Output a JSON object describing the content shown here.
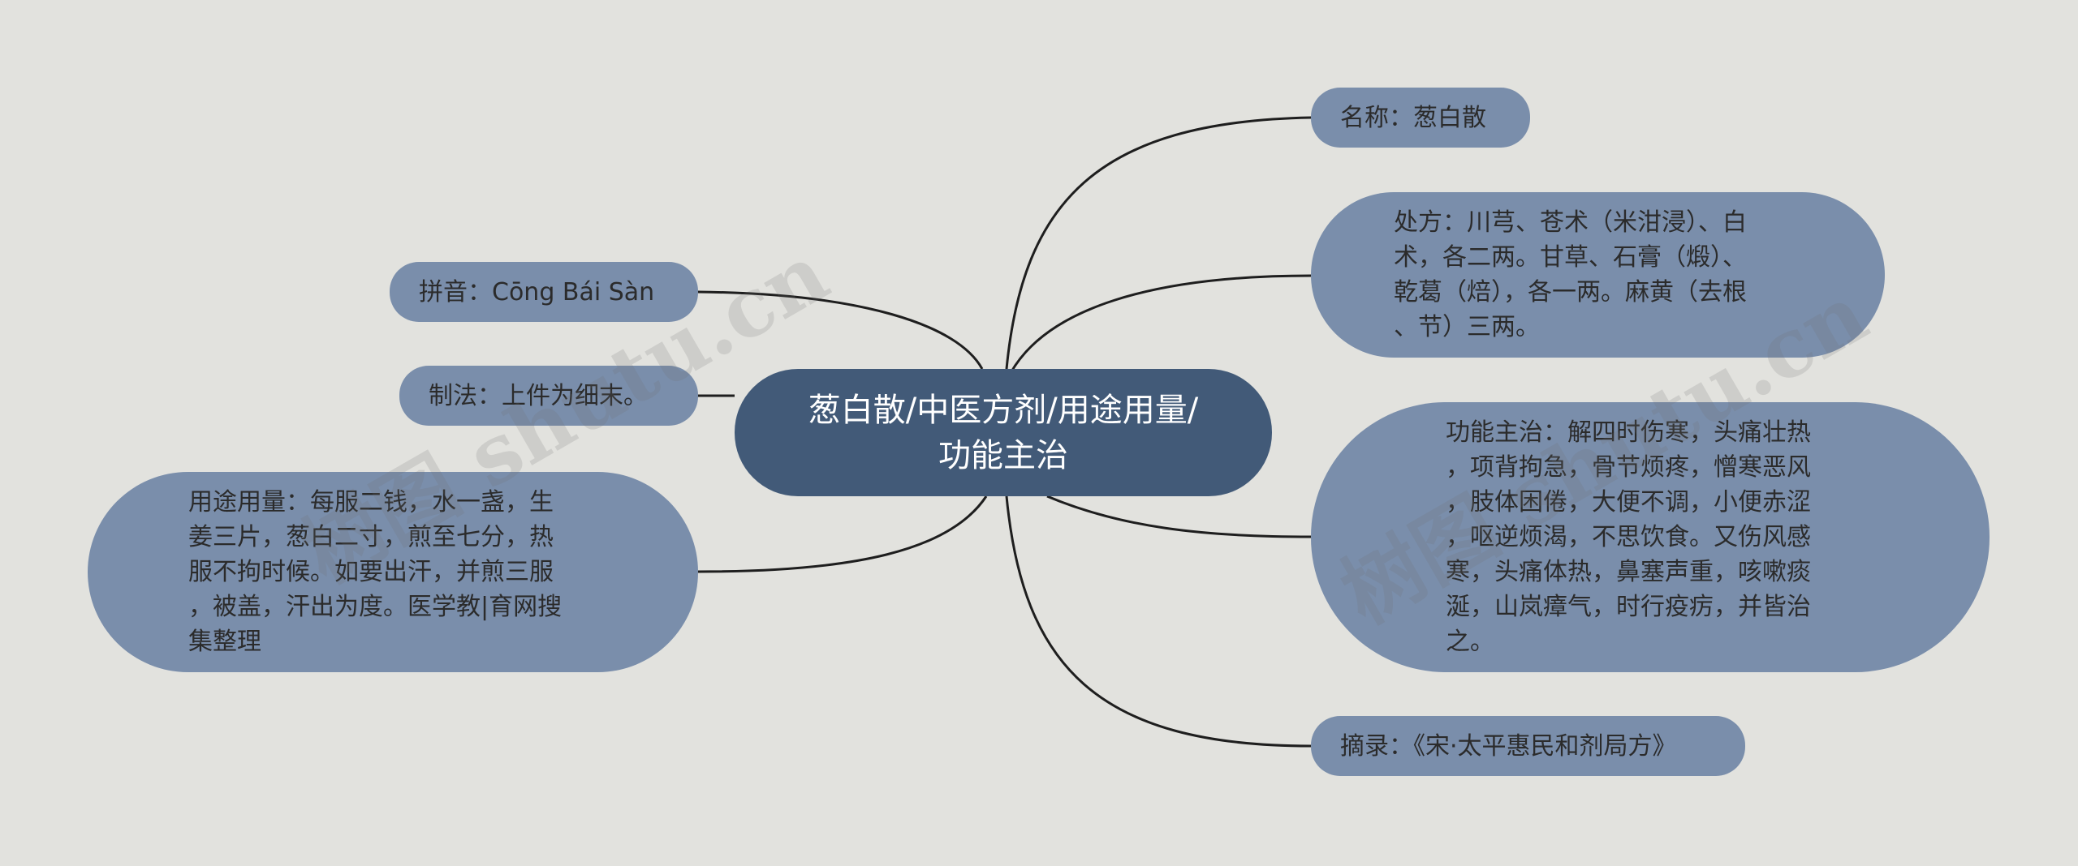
{
  "root": {
    "label": "葱白散/中医方剂/用途用量/功能主治"
  },
  "right": {
    "name": "名称：葱白散",
    "prescription": "处方：川芎、苍术（米泔浸）、白\n术，各二两。甘草、石膏（煅）、\n乾葛（焙），各一两。麻黄（去根\n、节）三两。",
    "indications": "功能主治：解四时伤寒，头痛壮热\n，项背拘急，骨节烦疼，憎寒恶风\n，肢体困倦，大便不调，小便赤涩\n，呕逆烦渴，不思饮食。又伤风感\n寒，头痛体热，鼻塞声重，咳嗽痰\n涎，山岚瘴气，时行疫疠，并皆治\n之。",
    "source": "摘录：《宋·太平惠民和剂局方》"
  },
  "left": {
    "pinyin": "拼音：Cōng Bái Sàn",
    "preparation": "制法：上件为细末。",
    "usage": "用途用量：每服二钱，水一盏，生\n姜三片，葱白二寸，煎至七分，热\n服不拘时候。如要出汗，并煎三服\n，被盖，汗出为度。医学教|育网搜\n集整理"
  },
  "watermarks": [
    "树图 shutu.cn",
    "树图 shutu.cn"
  ],
  "colors": {
    "background": "#e2e2de",
    "root": "#425a78",
    "node": "#7a8eab",
    "line": "#1e1e1e"
  }
}
